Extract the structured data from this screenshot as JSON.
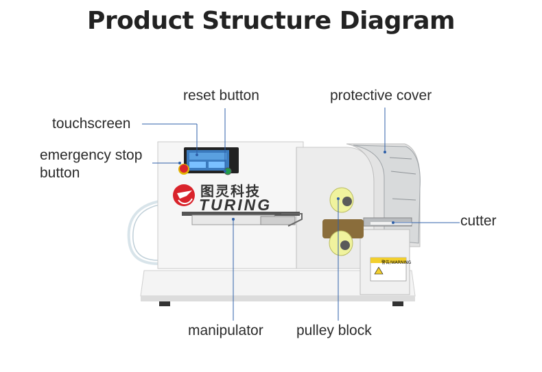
{
  "title": "Product Structure Diagram",
  "labels": {
    "touchscreen": "touchscreen",
    "reset_button": "reset button",
    "protective_cover": "protective cover",
    "emergency_stop": "emergency stop button",
    "cutter": "cutter",
    "manipulator": "manipulator",
    "pulley_block": "pulley block"
  },
  "brand": {
    "chinese": "图灵科技",
    "english": "TURING"
  },
  "warning_label": "警告/WARNING",
  "colors": {
    "leader_line": "#2e5fa8",
    "body": "#f2f2f2",
    "roller": "#eef2a0",
    "logo_red": "#d9232b"
  }
}
